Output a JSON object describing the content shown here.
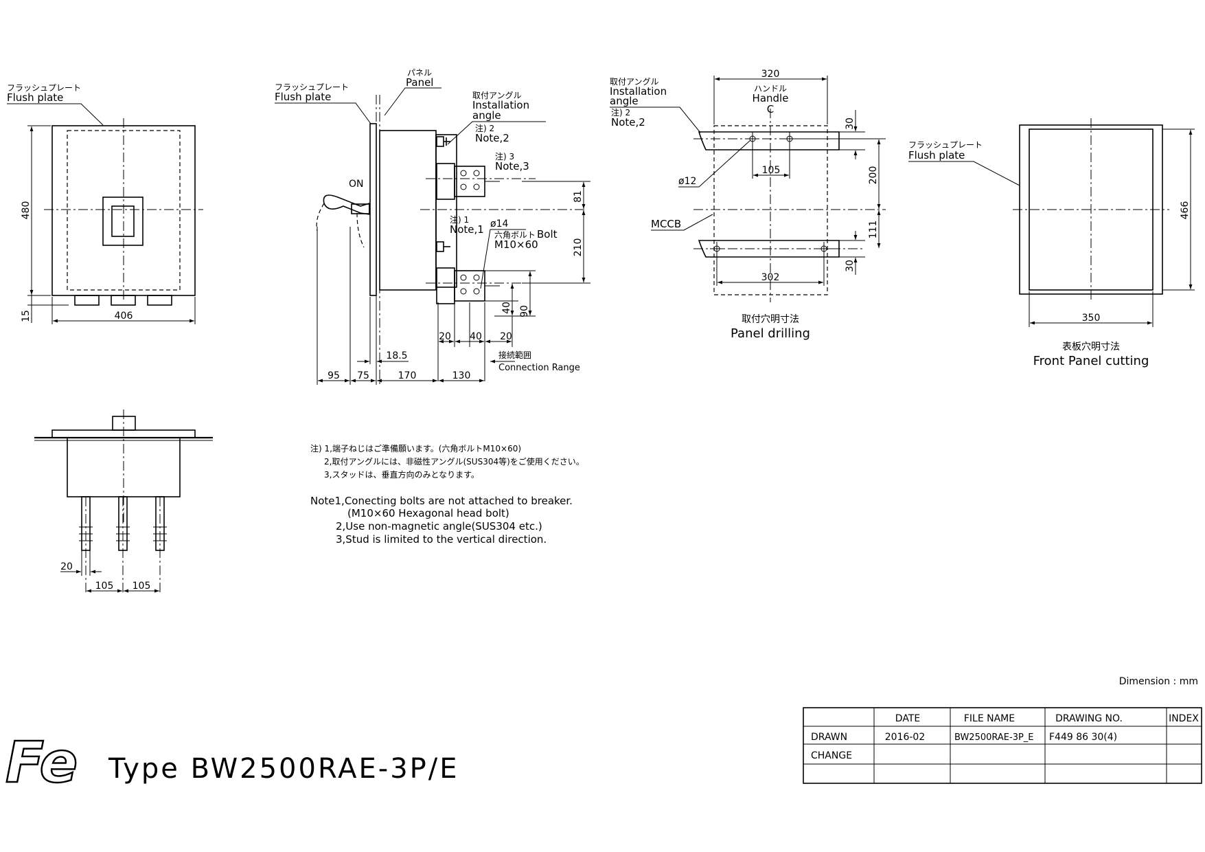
{
  "labels": {
    "flush_plate_jp": "フラッシュプレート",
    "flush_plate_en": "Flush plate",
    "panel_jp": "パネル",
    "panel_en": "Panel",
    "install_angle_jp": "取付アングル",
    "install_angle_en1": "Installation",
    "install_angle_en2": "angle",
    "note2_jp": "注) 2",
    "note2_en": "Note,2",
    "note3_jp": "注) 3",
    "note3_en": "Note,3",
    "note1_jp": "注) 1",
    "note1_en": "Note,1",
    "on": "ON",
    "phi14": "ø14",
    "bolt_jp": "六角ボルト",
    "bolt_en": "Bolt",
    "bolt_size": "M10×60",
    "conn_range_jp": "接続範囲",
    "conn_range_en": "Connection Range",
    "handle_jp": "ハンドル",
    "handle_en": "Handle",
    "cl": "C",
    "phi12": "ø12",
    "mccb": "MCCB",
    "panel_drilling_jp": "取付穴明寸法",
    "panel_drilling_en": "Panel drilling",
    "front_cutting_jp": "表板穴明寸法",
    "front_cutting_en": "Front Panel cutting",
    "dimension_unit": "Dimension : mm"
  },
  "dims": {
    "d480": "480",
    "d15": "15",
    "d406": "406",
    "d81": "81",
    "d210": "210",
    "d40": "40",
    "d90": "90",
    "d20a": "20",
    "d40b": "40",
    "d20b": "20",
    "d18_5": "18.5",
    "d95": "95",
    "d75": "75",
    "d170": "170",
    "d130": "130",
    "d320": "320",
    "d30a": "30",
    "d105a": "105",
    "d200": "200",
    "d111": "111",
    "d30b": "30",
    "d302": "302",
    "d466": "466",
    "d350": "350",
    "d20c": "20",
    "d105b": "105",
    "d105c": "105"
  },
  "notes_jp": [
    "注) 1,端子ねじはご準備願います。(六角ボルトM10×60)",
    "2,取付アングルには、非磁性アングル(SUS304等)をご使用ください。",
    "3,スタッドは、垂直方向のみとなります。"
  ],
  "notes_en": [
    "Note1,Conecting bolts are not attached to breaker.",
    "(M10×60 Hexagonal head bolt)",
    "2,Use non-magnetic angle(SUS304 etc.)",
    "3,Stud is limited to the vertical direction."
  ],
  "logo_text": "Fe",
  "type_text": "Type BW2500RAE-3P/E",
  "title_block": {
    "headers": [
      "",
      "DATE",
      "FILE NAME",
      "DRAWING NO.",
      "INDEX"
    ],
    "rows": [
      [
        "DRAWN",
        "2016-02",
        "BW2500RAE-3P_E",
        "F449 86 30(4)",
        ""
      ],
      [
        "CHANGE",
        "",
        "",
        "",
        ""
      ],
      [
        "",
        "",
        "",
        "",
        ""
      ]
    ]
  }
}
